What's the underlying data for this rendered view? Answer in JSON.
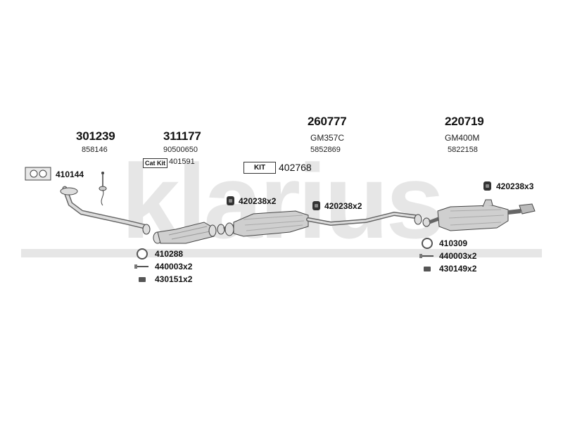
{
  "watermark": "klarius",
  "groups": [
    {
      "main": "301239",
      "sub": "858146"
    },
    {
      "main": "311177",
      "sub": "90500650",
      "kit_label": "Cat Kit",
      "kit_number": "401591"
    },
    {
      "main": "260777",
      "sub": "GM357C",
      "sub2": "5852869"
    },
    {
      "main": "220719",
      "sub": "GM400M",
      "sub2": "5822158"
    }
  ],
  "kit": {
    "label": "KIT",
    "number": "402768"
  },
  "parts": [
    {
      "code": "410144",
      "icon": "gasket-icon"
    },
    {
      "code": "420238x2",
      "icon": "rubber-hanger-icon"
    },
    {
      "code": "420238x2",
      "icon": "rubber-hanger-icon"
    },
    {
      "code": "420238x3",
      "icon": "rubber-hanger-icon"
    },
    {
      "code": "410288",
      "icon": "ring-gasket-icon"
    },
    {
      "code": "440003x2",
      "icon": "bolt-icon"
    },
    {
      "code": "430151x2",
      "icon": "nut-icon"
    },
    {
      "code": "410309",
      "icon": "ring-gasket-icon"
    },
    {
      "code": "440003x2",
      "icon": "bolt-icon"
    },
    {
      "code": "430149x2",
      "icon": "nut-icon"
    }
  ]
}
